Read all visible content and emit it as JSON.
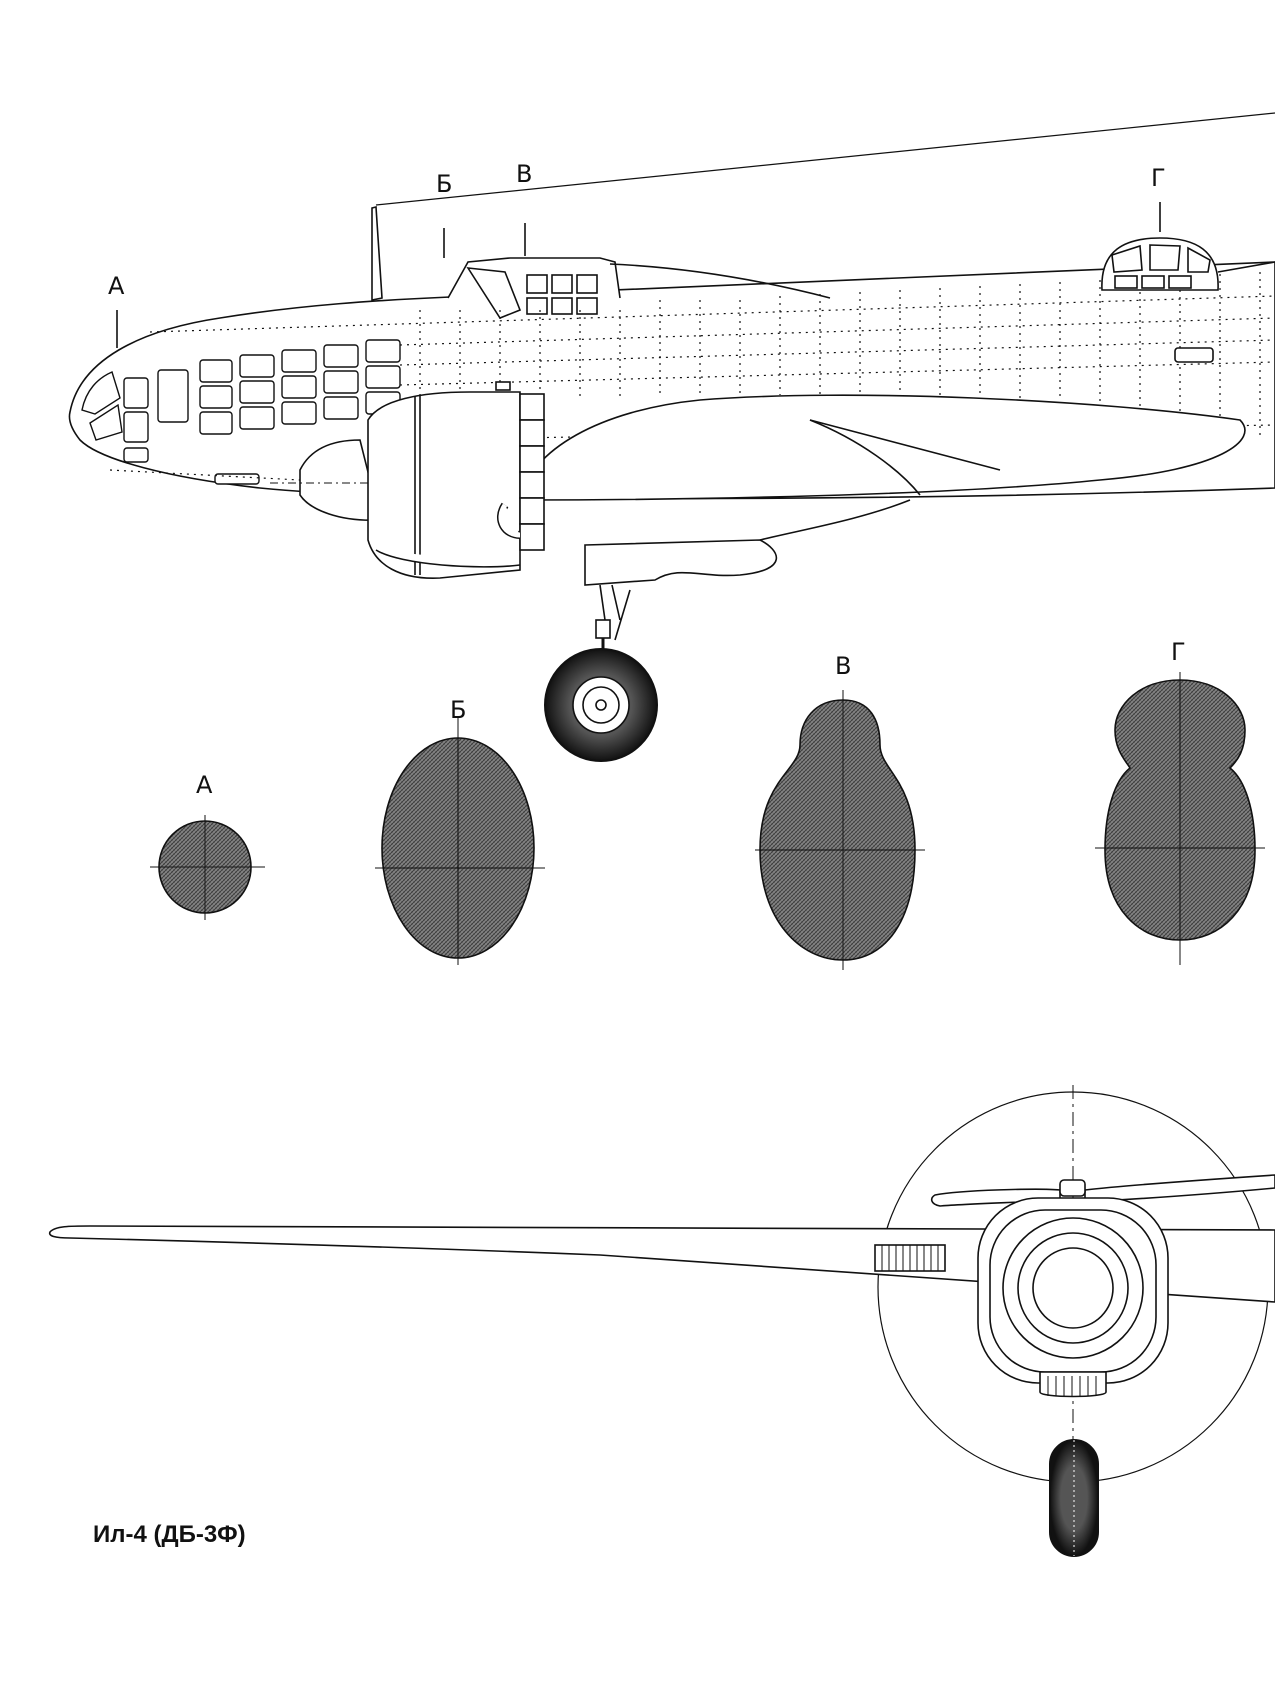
{
  "title": "Ил-4 (ДБ-3Ф)",
  "station_markers": {
    "a": "А",
    "b": "Б",
    "v": "В",
    "g": "Г"
  },
  "section_labels": {
    "a": "А",
    "b": "Б",
    "v": "В",
    "g": "Г"
  },
  "colors": {
    "line": "#111111",
    "section_fill": "#6f6f6f",
    "tire": "#1a1a1a"
  }
}
